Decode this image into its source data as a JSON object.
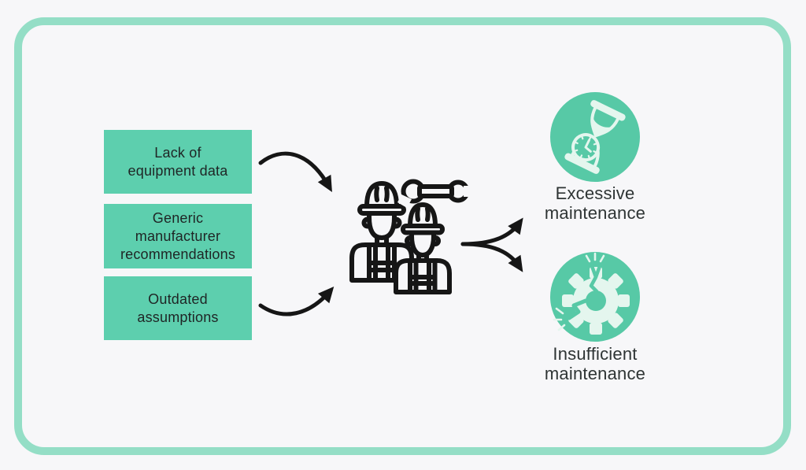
{
  "colors": {
    "background": "#f7f7f9",
    "frame_border": "#94dec6",
    "box_green": "#5dcfae",
    "circle_green": "#57c9a6",
    "icon_mint": "#e4f6ee",
    "line_ink": "#161616",
    "text_dark": "#1f2525"
  },
  "causes": [
    {
      "text": "Lack of equipment data",
      "lines": [
        "Lack of",
        "equipment data"
      ]
    },
    {
      "text": "Generic manufacturer recommendations",
      "lines": [
        "Generic",
        "manufacturer",
        "recommendations"
      ]
    },
    {
      "text": "Outdated assumptions",
      "lines": [
        "Outdated",
        "assumptions"
      ]
    }
  ],
  "center": {
    "icon": "workers-with-wrench-icon"
  },
  "outcomes": [
    {
      "text": "Excessive maintenance",
      "lines": [
        "Excessive",
        "maintenance"
      ],
      "icon": "hourglass-clock-icon"
    },
    {
      "text": "Insufficient maintenance",
      "lines": [
        "Insufficient",
        "maintenance"
      ],
      "icon": "broken-gear-icon"
    }
  ]
}
